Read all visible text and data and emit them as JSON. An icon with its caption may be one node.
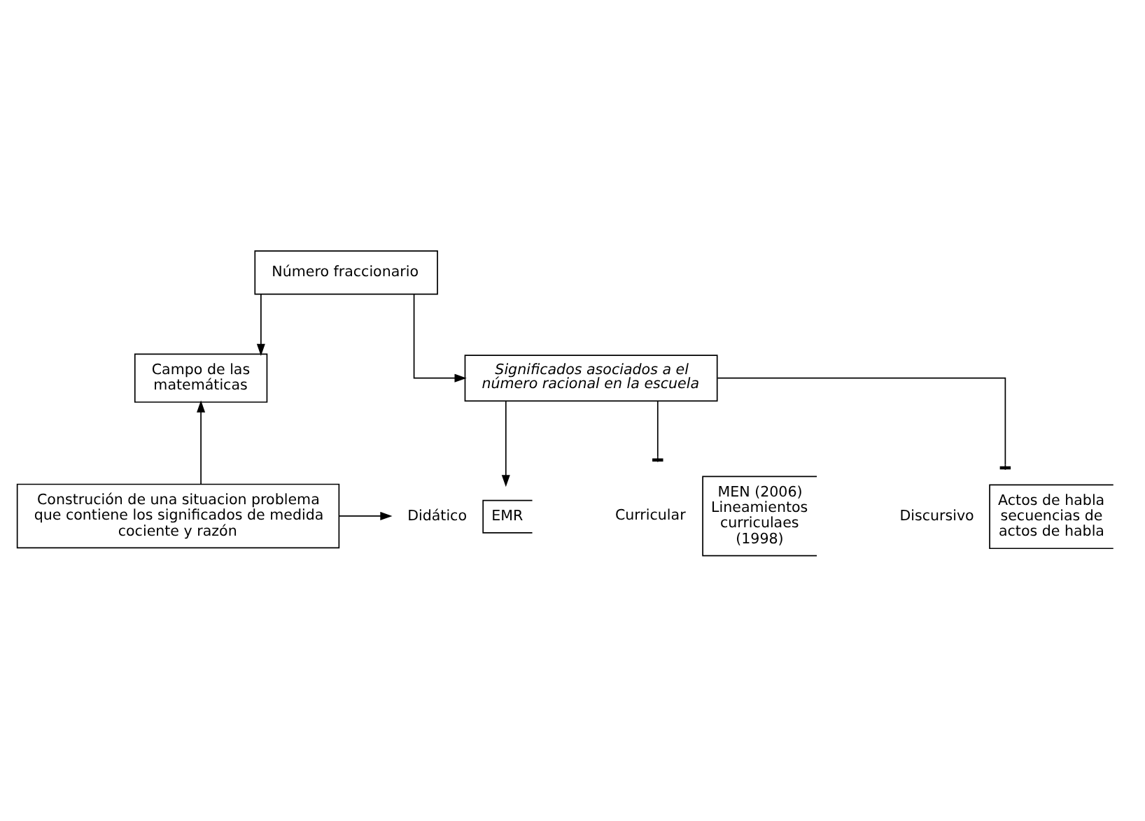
{
  "diagram": {
    "nodes": [
      {
        "text": [
          "Número fraccionario"
        ]
      },
      {
        "text": [
          "Campo de las matemáticas"
        ]
      },
      {
        "text": [
          "Significados asociados a el número racional en la escuela"
        ]
      },
      {
        "text": [
          "Construción de una situacion problema que contiene los significados de medida cociente y razón"
        ]
      },
      {
        "text": [
          "Curricular",
          "MEN (2006) Lineamientos curriculaes (1998)"
        ]
      },
      {
        "text": [
          "Didático",
          "EMR"
        ]
      },
      {
        "text": [
          "Discursivo",
          "Actos de habla secuencias de actos de habla"
        ]
      }
    ],
    "edges": [
      {
        "from": 0,
        "to": 1,
        "arrow": "to"
      },
      {
        "from": 0,
        "to": 2,
        "arrow": "to"
      },
      {
        "from": 3,
        "to": 1,
        "arrow": "to"
      },
      {
        "from": 2,
        "to": 4,
        "arrow": "other"
      },
      {
        "from": 2,
        "to": 5,
        "arrow": "to"
      },
      {
        "from": 3,
        "to": 5,
        "arrow": "to"
      },
      {
        "from": 2,
        "to": 6,
        "arrow": "other"
      }
    ]
  }
}
